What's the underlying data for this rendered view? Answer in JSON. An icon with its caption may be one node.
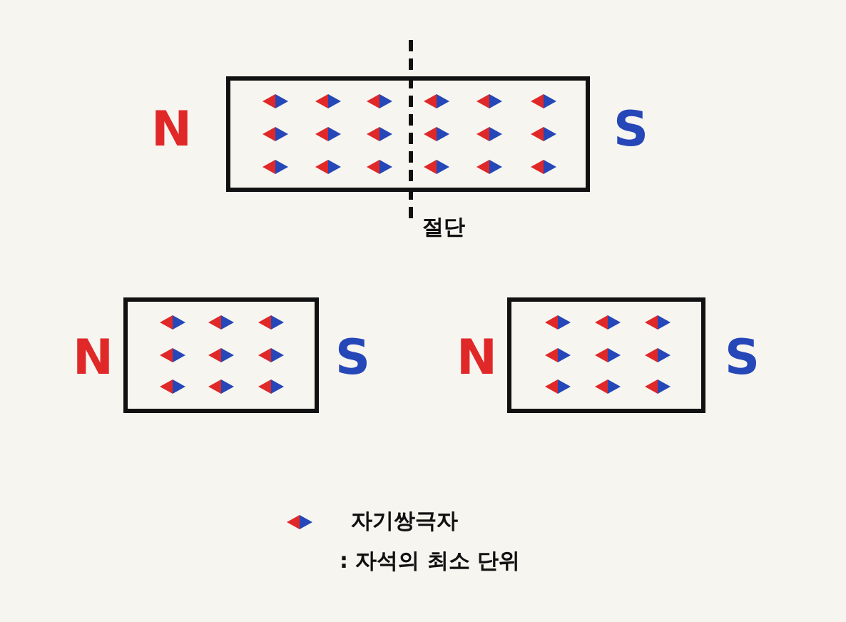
{
  "diagram": {
    "labels": [
      "N",
      "S",
      "절단",
      "N",
      "S",
      "N",
      "S",
      ": 자석의 최소 단위"
    ],
    "legend": [
      {
        "text": "자기쌍극자"
      }
    ]
  }
}
